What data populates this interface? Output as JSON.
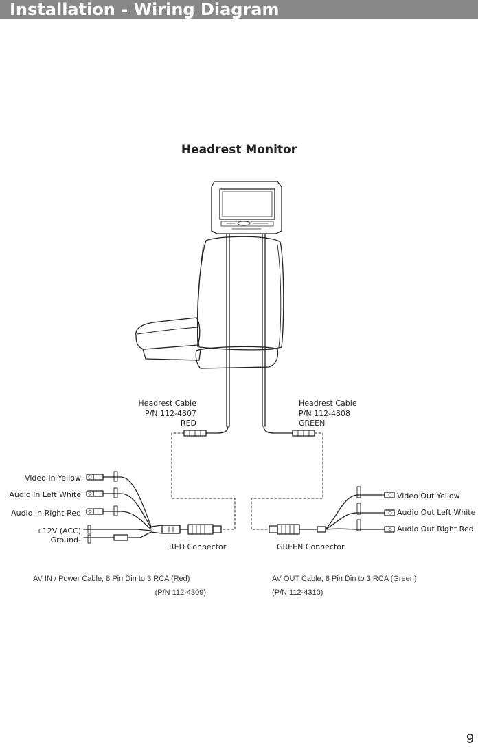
{
  "header": {
    "title": "Installation - Wiring Diagram"
  },
  "diagram": {
    "title": "Headrest Monitor",
    "left_cable": {
      "name": "Headrest Cable",
      "part_number": "P/N 112-4307",
      "color": "RED"
    },
    "right_cable": {
      "name": "Headrest Cable",
      "part_number": "P/N 112-4308",
      "color": "GREEN"
    },
    "left_connector": "RED Connector",
    "right_connector": "GREEN Connector",
    "inputs": {
      "video_in": "Video In Yellow",
      "audio_left": "Audio In Left White",
      "audio_right": "Audio In Right Red",
      "power": "+12V (ACC)",
      "ground": "Ground-"
    },
    "outputs": {
      "video_out": "Video Out Yellow",
      "audio_left": "Audio Out Left White",
      "audio_right": "Audio Out Right Red"
    }
  },
  "captions": {
    "left_line1": "AV IN /  Power Cable, 8 Pin Din to 3 RCA (Red)",
    "left_line2": "(P/N 112-4309)",
    "right_line1": "AV OUT Cable, 8 Pin Din to 3 RCA (Green)",
    "right_line2": "(P/N 112-4310)"
  },
  "page": {
    "number": "9"
  }
}
